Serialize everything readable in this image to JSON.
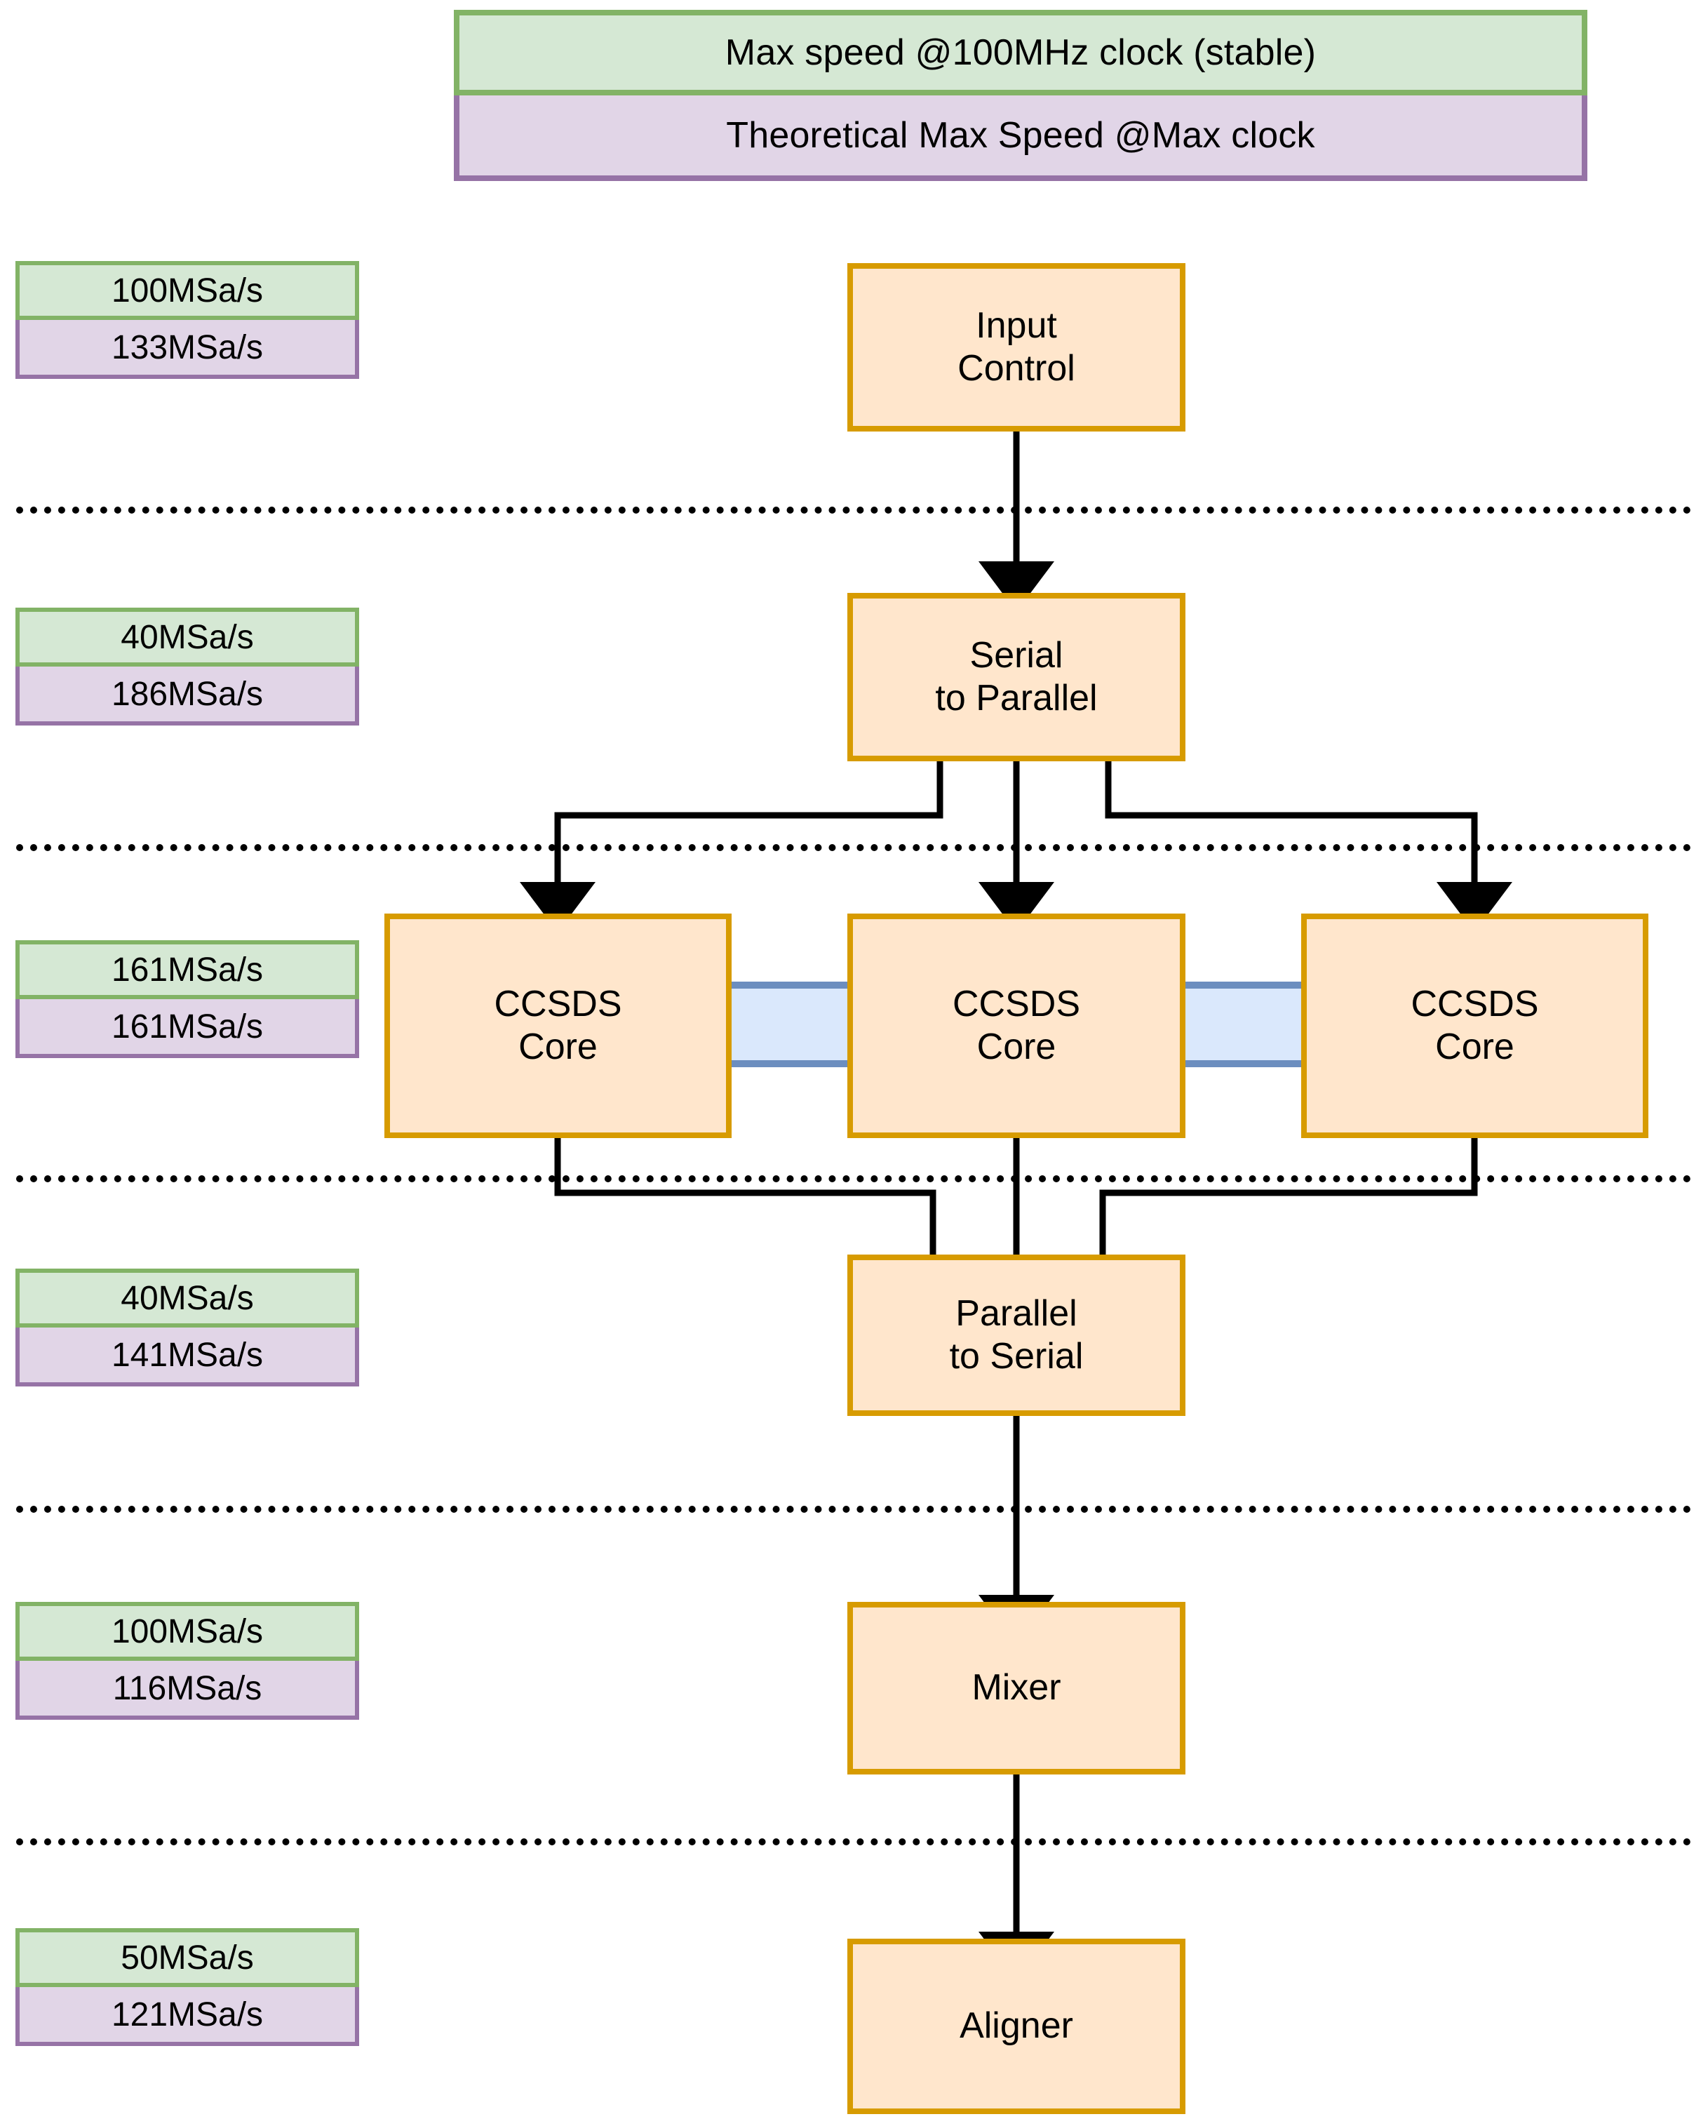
{
  "legend": {
    "stable_label": "Max speed @100MHz clock (stable)",
    "theoretical_label": "Theoretical Max Speed @Max clock",
    "stable_color": "#d5e8d4",
    "stable_border": "#82b366",
    "theoretical_color": "#e1d5e7",
    "theoretical_border": "#9673a6"
  },
  "palette": {
    "block_fill": "#ffe6cc",
    "block_border": "#d79b00",
    "link_fill": "#dae8fc",
    "link_border": "#6c8ebf",
    "wire": "#000000"
  },
  "stages": [
    {
      "id": "input-control",
      "block_label": "Input\nControl",
      "stable_speed": "100MSa/s",
      "theoretical_speed": "133MSa/s"
    },
    {
      "id": "serial-to-parallel",
      "block_label": "Serial\nto Parallel",
      "stable_speed": "40MSa/s",
      "theoretical_speed": "186MSa/s"
    },
    {
      "id": "ccsds-core",
      "block_label": "CCSDS\nCore",
      "stable_speed": "161MSa/s",
      "theoretical_speed": "161MSa/s",
      "replicas": [
        "CCSDS\nCore",
        "CCSDS\nCore",
        "CCSDS\nCore"
      ]
    },
    {
      "id": "parallel-to-serial",
      "block_label": "Parallel\nto Serial",
      "stable_speed": "40MSa/s",
      "theoretical_speed": "141MSa/s"
    },
    {
      "id": "mixer",
      "block_label": "Mixer",
      "stable_speed": "100MSa/s",
      "theoretical_speed": "116MSa/s"
    },
    {
      "id": "aligner",
      "block_label": "Aligner",
      "stable_speed": "50MSa/s",
      "theoretical_speed": "121MSa/s"
    }
  ]
}
